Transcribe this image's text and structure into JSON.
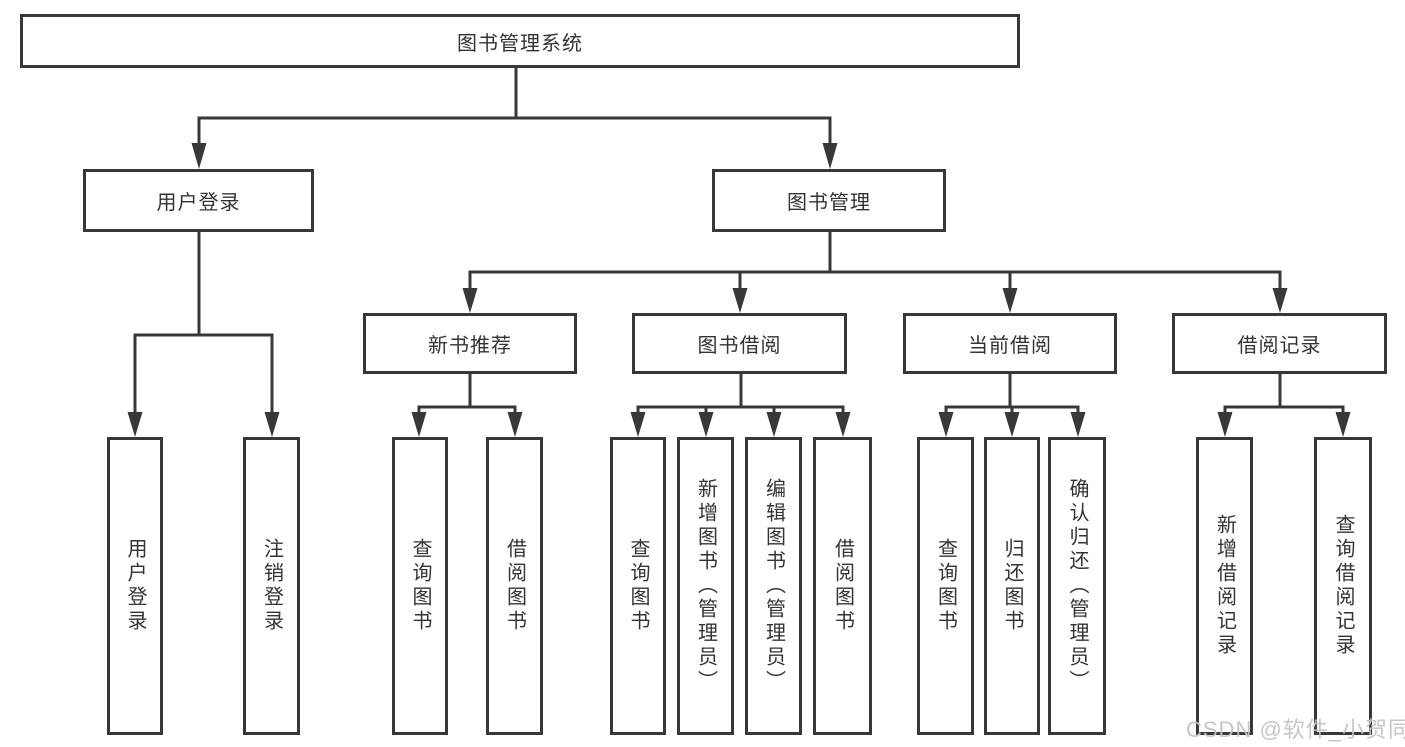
{
  "diagram": {
    "root": {
      "label": "图书管理系统",
      "children": [
        {
          "label": "用户登录",
          "children": [
            {
              "label": "用户登录"
            },
            {
              "label": "注销登录"
            }
          ]
        },
        {
          "label": "图书管理",
          "children": [
            {
              "label": "新书推荐",
              "children": [
                {
                  "label": "查询图书"
                },
                {
                  "label": "借阅图书"
                }
              ]
            },
            {
              "label": "图书借阅",
              "children": [
                {
                  "label": "查询图书"
                },
                {
                  "label": "新增图书（管理员）"
                },
                {
                  "label": "编辑图书（管理员）"
                },
                {
                  "label": "借阅图书"
                }
              ]
            },
            {
              "label": "当前借阅",
              "children": [
                {
                  "label": "查询图书"
                },
                {
                  "label": "归还图书"
                },
                {
                  "label": "确认归还（管理员）"
                }
              ]
            },
            {
              "label": "借阅记录",
              "children": [
                {
                  "label": "新增借阅记录"
                },
                {
                  "label": "查询借阅记录"
                }
              ]
            }
          ]
        }
      ]
    }
  },
  "watermark": {
    "text": "CSDN @软件_小贺同学"
  },
  "colors": {
    "line": "#383838",
    "box_border": "#383838",
    "text": "#333333",
    "background": "#ffffff",
    "watermark": "#c3c3c3"
  }
}
